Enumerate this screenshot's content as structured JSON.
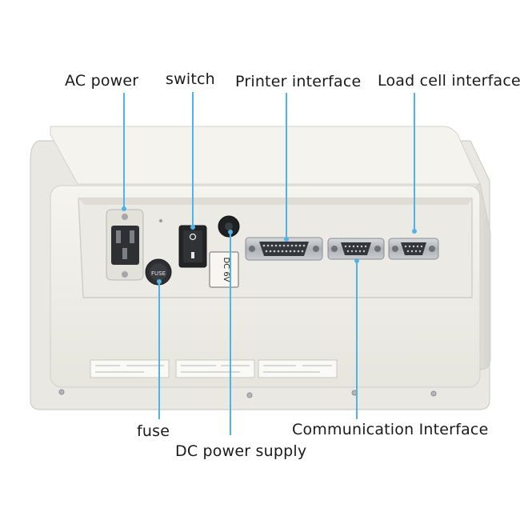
{
  "labels": {
    "ac_power": "AC power",
    "switch": "switch",
    "printer_interface": "Printer interface",
    "load_cell_interface": "Load cell interface",
    "fuse": "fuse",
    "dc_power_supply": "DC power supply",
    "communication_interface": "Communication Interface"
  },
  "panel_markings": {
    "dc_label": "DC 6V",
    "fuse_cap": "FUSE"
  },
  "colors": {
    "leader_line": "#4fb3e8",
    "device_body": "#efeee8",
    "panel_recess": "#e9e8e2",
    "connector_metal": "#b9bcc0",
    "label_text": "#1a1a1a"
  }
}
